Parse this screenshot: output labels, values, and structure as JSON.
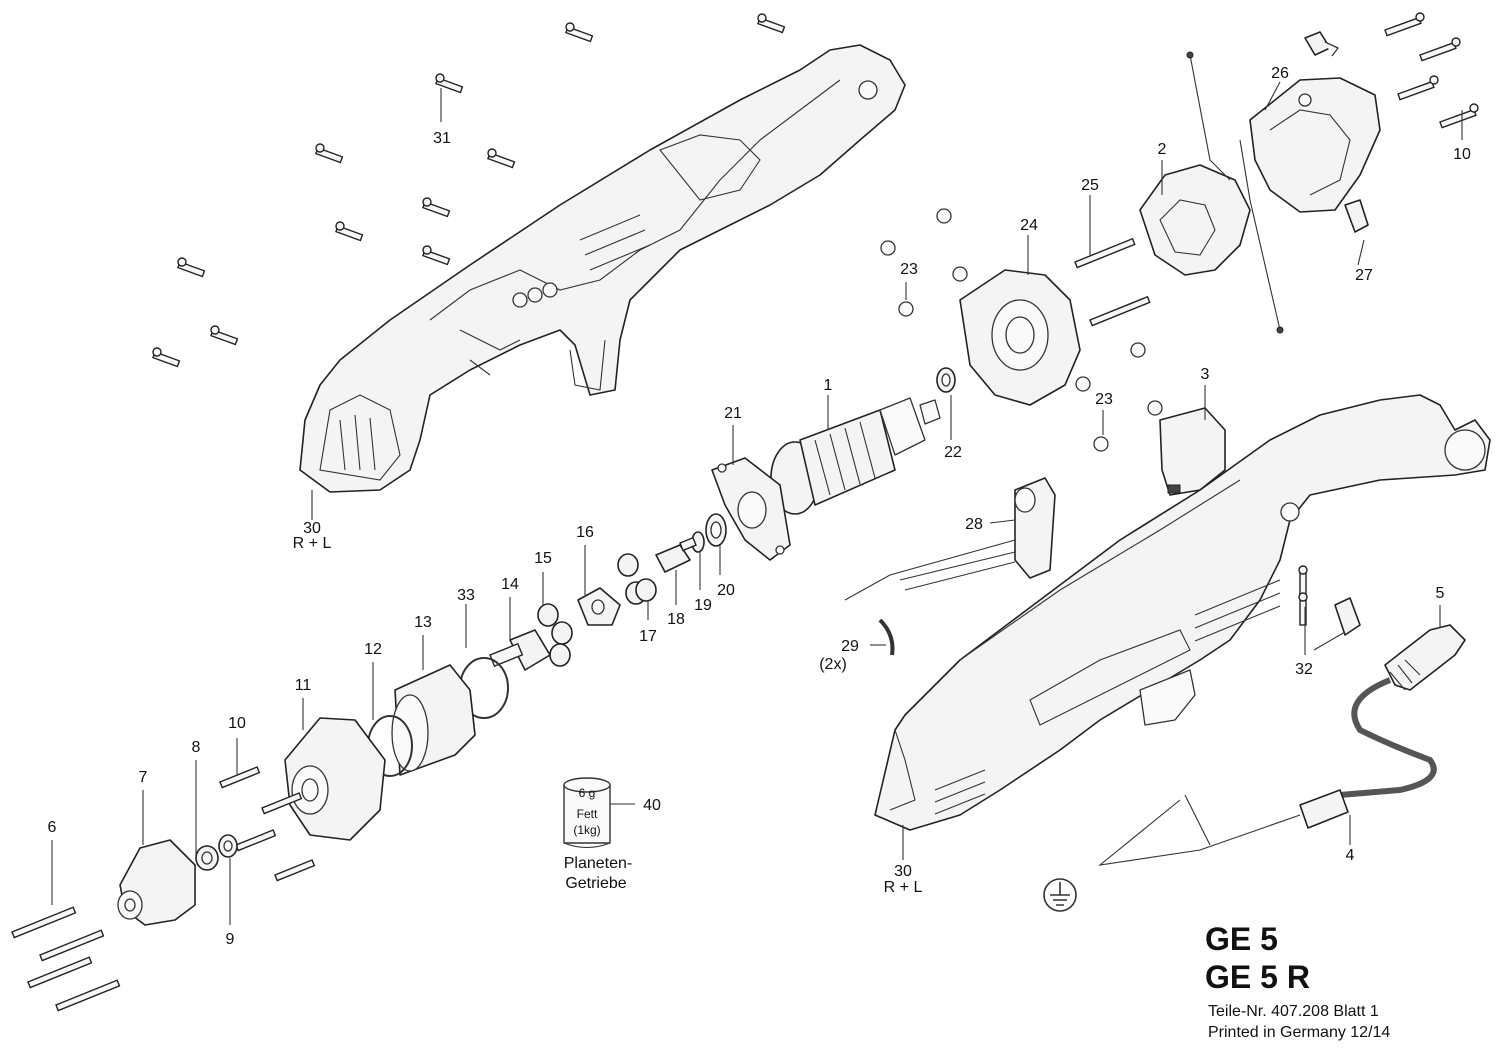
{
  "callouts": [
    {
      "id": "c1",
      "label": "1"
    },
    {
      "id": "c2",
      "label": "2"
    },
    {
      "id": "c3",
      "label": "3"
    },
    {
      "id": "c4",
      "label": "4"
    },
    {
      "id": "c5",
      "label": "5"
    },
    {
      "id": "c6",
      "label": "6"
    },
    {
      "id": "c7",
      "label": "7"
    },
    {
      "id": "c8",
      "label": "8"
    },
    {
      "id": "c9",
      "label": "9"
    },
    {
      "id": "c10a",
      "label": "10"
    },
    {
      "id": "c10b",
      "label": "10"
    },
    {
      "id": "c11",
      "label": "11"
    },
    {
      "id": "c12",
      "label": "12"
    },
    {
      "id": "c13",
      "label": "13"
    },
    {
      "id": "c14",
      "label": "14"
    },
    {
      "id": "c15",
      "label": "15"
    },
    {
      "id": "c16",
      "label": "16"
    },
    {
      "id": "c17",
      "label": "17"
    },
    {
      "id": "c18",
      "label": "18"
    },
    {
      "id": "c19",
      "label": "19"
    },
    {
      "id": "c20",
      "label": "20"
    },
    {
      "id": "c21",
      "label": "21"
    },
    {
      "id": "c22",
      "label": "22"
    },
    {
      "id": "c23a",
      "label": "23"
    },
    {
      "id": "c23b",
      "label": "23"
    },
    {
      "id": "c24",
      "label": "24"
    },
    {
      "id": "c25",
      "label": "25"
    },
    {
      "id": "c26",
      "label": "26"
    },
    {
      "id": "c27",
      "label": "27"
    },
    {
      "id": "c28",
      "label": "28"
    },
    {
      "id": "c29",
      "label": "29"
    },
    {
      "id": "c30a",
      "label": "30"
    },
    {
      "id": "c30b",
      "label": "30"
    },
    {
      "id": "c31",
      "label": "31"
    },
    {
      "id": "c32",
      "label": "32"
    },
    {
      "id": "c33",
      "label": "33"
    },
    {
      "id": "c40",
      "label": "40"
    }
  ],
  "notes": {
    "rl_left": "R + L",
    "rl_right": "R + L",
    "qty_29": "(2x)",
    "grease_weight": "6 g",
    "grease_name": "Fett",
    "grease_qty": "(1kg)",
    "grease_use_1": "Planeten-",
    "grease_use_2": "Getriebe"
  },
  "title_block": {
    "model_1": "GE 5",
    "model_2": "GE 5 R",
    "part_no": "Teile-Nr. 407.208  Blatt 1",
    "printed": "Printed in Germany  12/14"
  }
}
